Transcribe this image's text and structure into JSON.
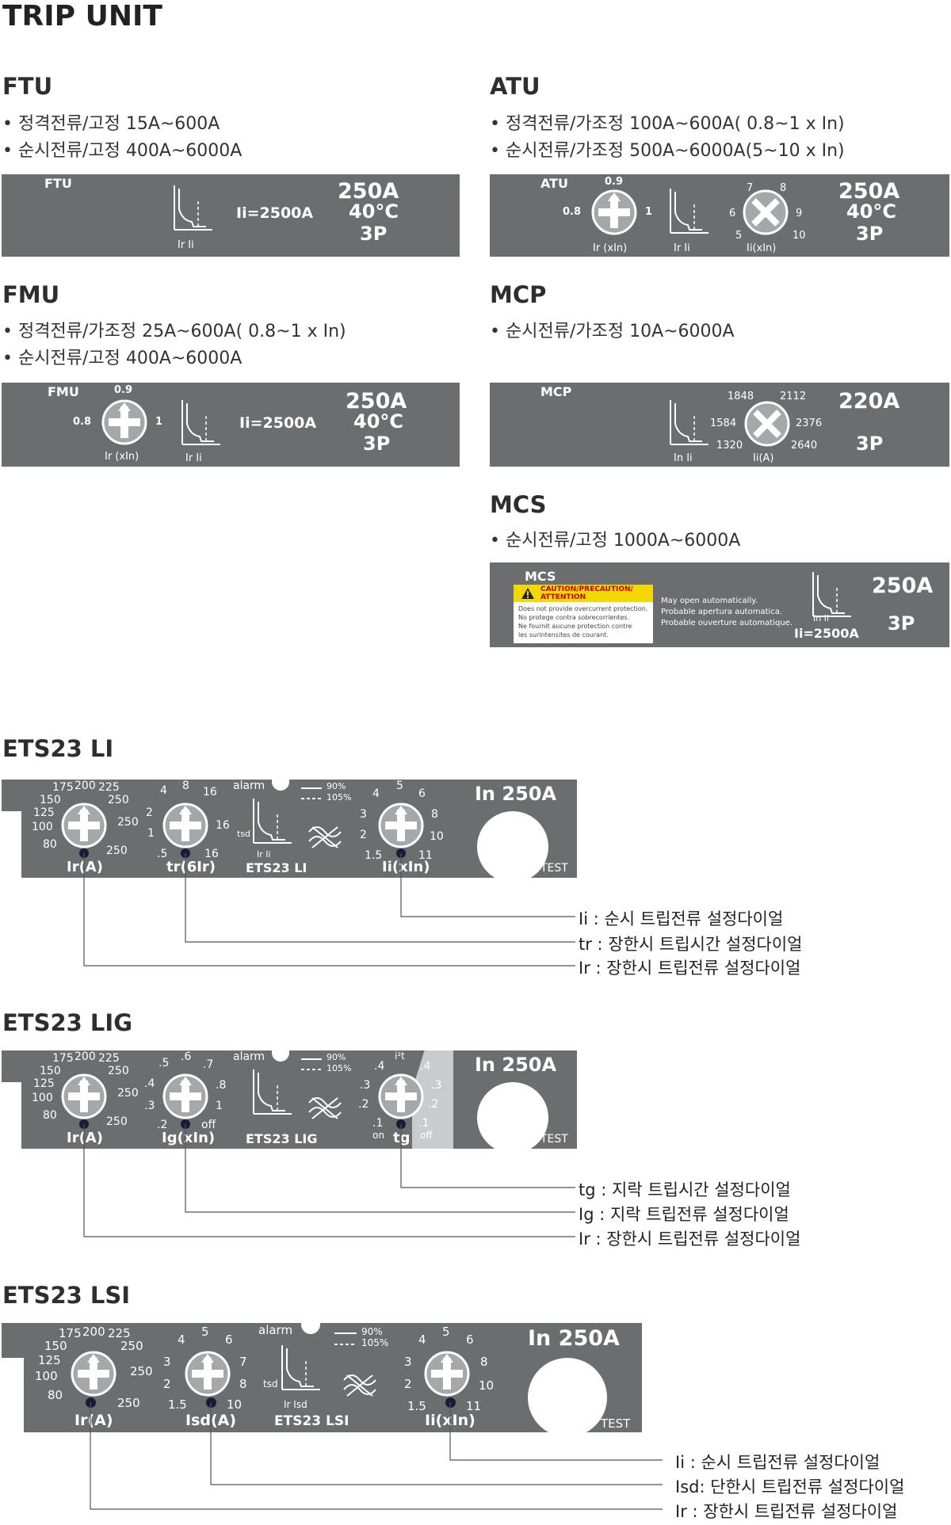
{
  "title": "TRIP UNIT",
  "ftu": {
    "heading": "FTU",
    "bullets": [
      "정격전류/고정  15A~600A",
      "순시전류/고정  400A~6000A"
    ],
    "plate": {
      "name": "FTU",
      "li": "Ii=2500A",
      "rating": "250A",
      "temp": "40°C",
      "poles": "3P",
      "curve_labels": "Ir  Ii"
    }
  },
  "atu": {
    "heading": "ATU",
    "bullets": [
      "정격전류/가조정 100A~600A( 0.8~1 x In)",
      "순시전류/가조정  500A~6000A(5~10 x In)"
    ],
    "plate": {
      "name": "ATU",
      "dial1_ticks": [
        "0.9",
        "0.8",
        "1"
      ],
      "dial1_label": "Ir (xIn)",
      "curve_labels": "Ir  Ii",
      "dial2_ticks": [
        "7",
        "8",
        "6",
        "9",
        "5",
        "10"
      ],
      "dial2_label": "Ii(xIn)",
      "rating": "250A",
      "temp": "40°C",
      "poles": "3P"
    }
  },
  "fmu": {
    "heading": "FMU",
    "bullets": [
      "정격전류/가조정  25A~600A( 0.8~1 x In)",
      "순시전류/고정  400A~6000A"
    ],
    "plate": {
      "name": "FMU",
      "dial_ticks": [
        "0.9",
        "0.8",
        "1"
      ],
      "dial_label": "Ir (xIn)",
      "curve_labels": "Ir  Ii",
      "li": "Ii=2500A",
      "rating": "250A",
      "temp": "40°C",
      "poles": "3P"
    }
  },
  "mcp": {
    "heading": "MCP",
    "bullets": [
      "순시전류/가조정 10A~6000A"
    ],
    "plate": {
      "name": "MCP",
      "curve_labels": "In Ii",
      "dial_ticks": [
        "1848",
        "2112",
        "1584",
        "2376",
        "1320",
        "2640"
      ],
      "dial_label": "Ii(A)",
      "rating": "220A",
      "poles": "3P"
    }
  },
  "mcs": {
    "heading": "MCS",
    "bullets": [
      "순시전류/고정 1000A~6000A"
    ],
    "plate": {
      "name": "MCS",
      "caution_title": "CAUTION/PRECAUTION/ ATTENTION",
      "caution_text": [
        "Does not provide overcurrent protection.",
        "No protege contra sobrecorrientes.",
        "Ne  fournit aucune protection contre",
        "les surintensites de courant."
      ],
      "open_text": [
        "May open automatically.",
        "Probable apertura automatica.",
        "Probable ouverture automatique."
      ],
      "curve_labels": "In Ii",
      "li": "Ii=2500A",
      "rating": "250A",
      "poles": "3P"
    }
  },
  "ets_li": {
    "heading": "ETS23 LI",
    "ir_ticks": [
      "175",
      "200",
      "225",
      "150",
      "250",
      "125",
      "100",
      "250",
      "80",
      "250"
    ],
    "ir_label": "Ir(A)",
    "tr_ticks": [
      "4",
      "8",
      "16",
      "2",
      "16",
      "1",
      ".5",
      "16"
    ],
    "tr_label": "tr(6Ir)",
    "alarm": "alarm",
    "tsd": "tsd",
    "curve_labels": "Ir  Ii",
    "model": "ETS23 LI",
    "pct1": "90%",
    "pct2": "105%",
    "ii_ticks": [
      "5",
      "4",
      "6",
      "3",
      "8",
      "2",
      "10",
      "1.5",
      "11"
    ],
    "ii_label": "Ii(xIn)",
    "in_label": "In 250A",
    "test": "TEST",
    "desc": [
      "Ii : 순시 트립전류 설정다이얼",
      "tr : 장한시 트립시간 설정다이얼",
      "Ir : 장한시 트립전류 설정다이얼"
    ]
  },
  "ets_lig": {
    "heading": "ETS23 LIG",
    "ir_ticks": [
      "175",
      "200",
      "225",
      "150",
      "250",
      "125",
      "100",
      "250",
      "80",
      "250"
    ],
    "ir_label": "Ir(A)",
    "ig_ticks": [
      ".5",
      ".6",
      ".7",
      ".4",
      ".8",
      ".3",
      "1",
      ".2",
      "off"
    ],
    "ig_label": "Ig(xIn)",
    "alarm": "alarm",
    "curve_labels": "",
    "model": "ETS23 LIG",
    "pct1": "90%",
    "pct2": "105%",
    "tg_ticks_left": [
      ".4",
      ".3",
      ".2",
      ".1",
      "on"
    ],
    "tg_top": "i²t",
    "tg_ticks_right": [
      ".4",
      ".3",
      ".2",
      ".1",
      "off"
    ],
    "tg_label": "tg",
    "in_label": "In 250A",
    "test": "TEST",
    "desc": [
      "tg : 지락 트립시간 설정다이얼",
      "Ig : 지락 트립전류 설정다이얼",
      "Ir : 장한시 트립전류 설정다이얼"
    ]
  },
  "ets_lsi": {
    "heading": "ETS23 LSI",
    "ir_ticks": [
      "175",
      "200",
      "225",
      "150",
      "250",
      "125",
      "100",
      "250",
      "80",
      "250"
    ],
    "ir_label": "Ir(A)",
    "isd_ticks": [
      "5",
      "4",
      "6",
      "3",
      "7",
      "2",
      "8",
      "1.5",
      "10"
    ],
    "isd_label": "Isd(A)",
    "alarm": "alarm",
    "tsd": "tsd",
    "curve_labels": "Ir  Isd",
    "model": "ETS23 LSI",
    "pct1": "90%",
    "pct2": "105%",
    "ii_ticks": [
      "5",
      "4",
      "6",
      "3",
      "8",
      "2",
      "10",
      "1.5",
      "11"
    ],
    "ii_label": "Ii(xIn)",
    "in_label": "In 250A",
    "test": "TEST",
    "desc": [
      "Ii : 순시 트립전류 설정다이얼",
      "Isd: 단한시 트립전류 설정다이얼",
      "Ir : 장한시 트립전류 설정다이얼"
    ]
  },
  "colors": {
    "plate": "#6b6d6f",
    "dial": "#9a9c9e",
    "caution_yellow": "#f2d800",
    "connector": "#555555"
  }
}
